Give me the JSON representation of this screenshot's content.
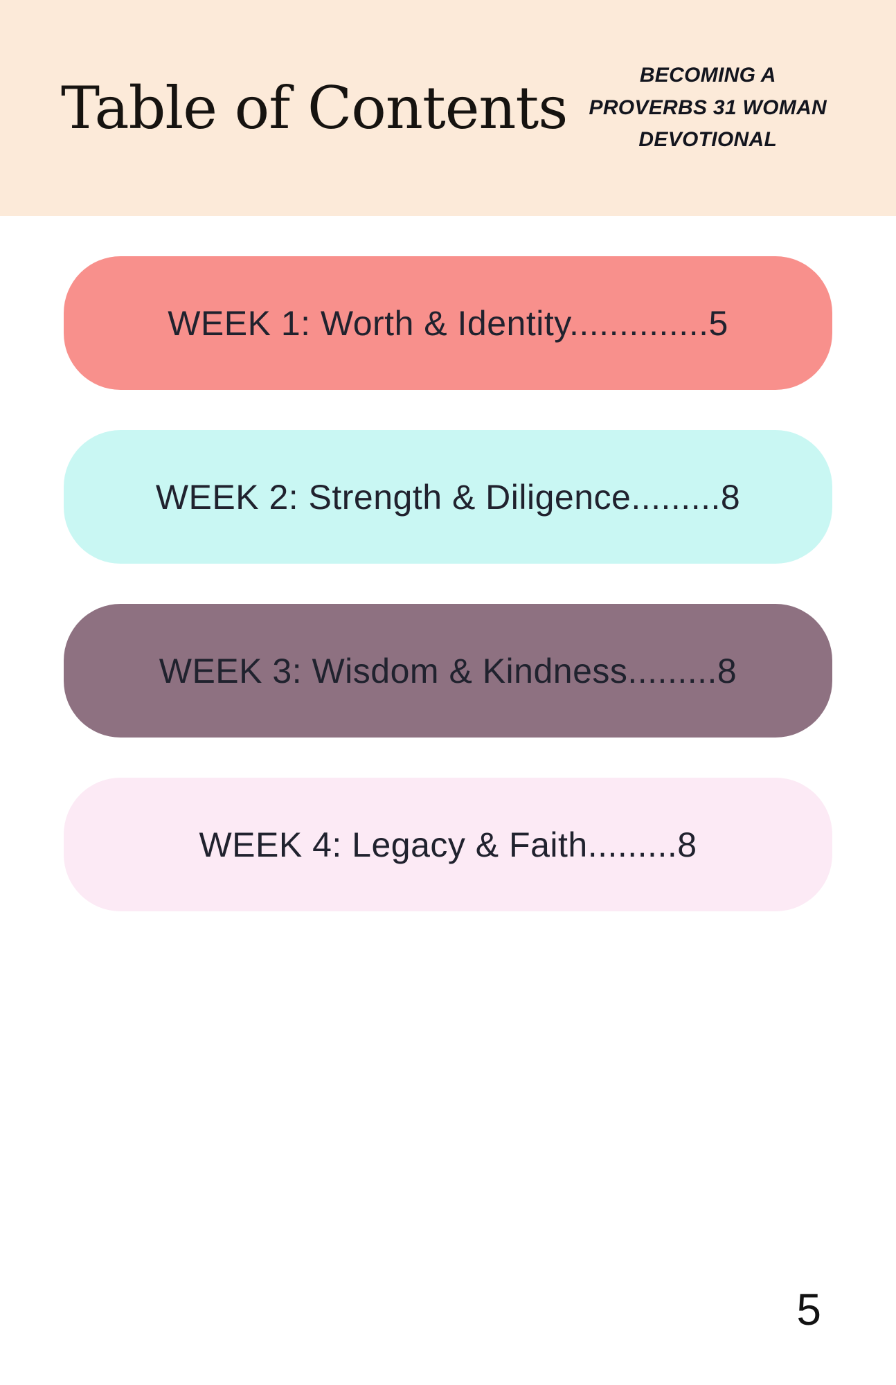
{
  "header": {
    "title": "Table of Contents",
    "subtitle_lines": [
      "BECOMING A",
      "PROVERBS 31 WOMAN",
      "DEVOTIONAL"
    ],
    "background_color": "#fcead9"
  },
  "toc": {
    "text_color": "#20222e",
    "items": [
      {
        "label": "WEEK 1: Worth & Identity..............5",
        "background_color": "#f8908c",
        "page": "5"
      },
      {
        "label": "WEEK 2: Strength & Diligence.........8",
        "background_color": "#c9f7f3",
        "page": "8"
      },
      {
        "label": "WEEK 3: Wisdom & Kindness.........8",
        "background_color": "#8e7181",
        "page": "8"
      },
      {
        "label": "WEEK 4: Legacy & Faith.........8",
        "background_color": "#fceaf5",
        "page": "8"
      }
    ]
  },
  "footer": {
    "page_number": "5"
  }
}
